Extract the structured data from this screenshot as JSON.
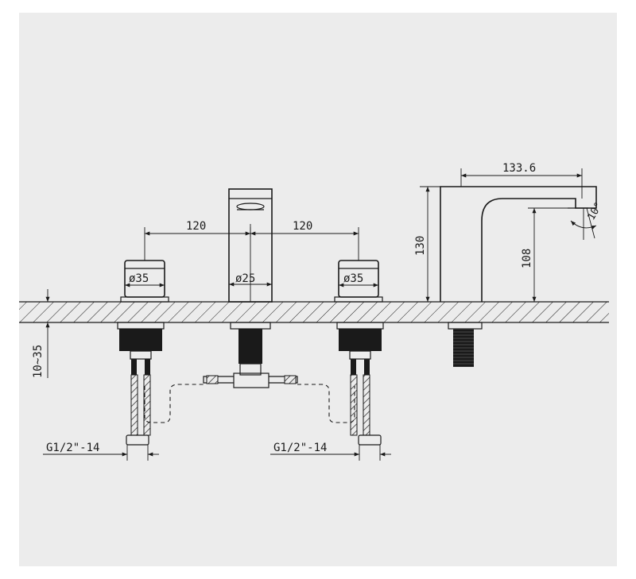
{
  "dimensions": {
    "spacing_left": "120",
    "spacing_right": "120",
    "handle_left_dia": "ø35",
    "spout_dia": "ø25",
    "handle_right_dia": "ø35",
    "deck_thickness": "10~35",
    "thread_left": "G1/2\"-14",
    "thread_right": "G1/2\"-14",
    "spout_reach": "133.6",
    "overall_height": "130",
    "outlet_height": "108",
    "outlet_angle": "10°"
  },
  "colors": {
    "line": "#1a1a1a",
    "panel": "#ececec"
  }
}
